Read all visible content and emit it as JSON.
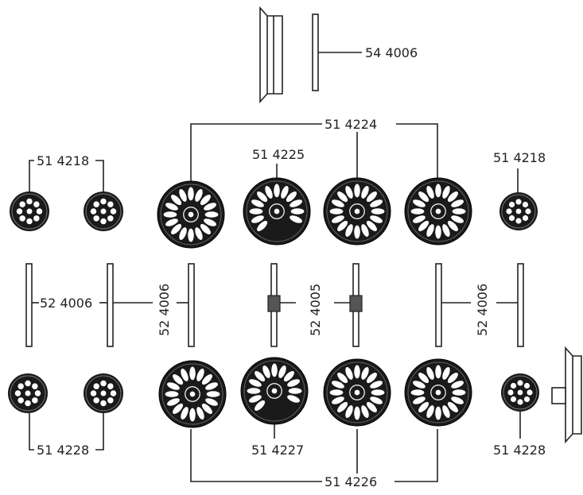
{
  "labels": {
    "axle_top": "54 4006",
    "wheel_big_top": "51 4224",
    "wheel_top_special": "51 4225",
    "wheel_small_top_left": "51 4218",
    "wheel_small_top_right": "51 4218",
    "axle_left": "52 4006",
    "axle_center_left": "52 4006",
    "axle_center": "52 4005",
    "axle_right": "52 4006",
    "wheel_small_bottom_left": "51 4228",
    "wheel_bottom_special": "51 4227",
    "wheel_small_bottom_right": "51 4228",
    "wheel_big_bottom": "51 4226"
  },
  "colors": {
    "ink": "#222222",
    "wheel": "#1a1a1a",
    "spoke": "#ffffff",
    "paper": "#ffffff"
  }
}
